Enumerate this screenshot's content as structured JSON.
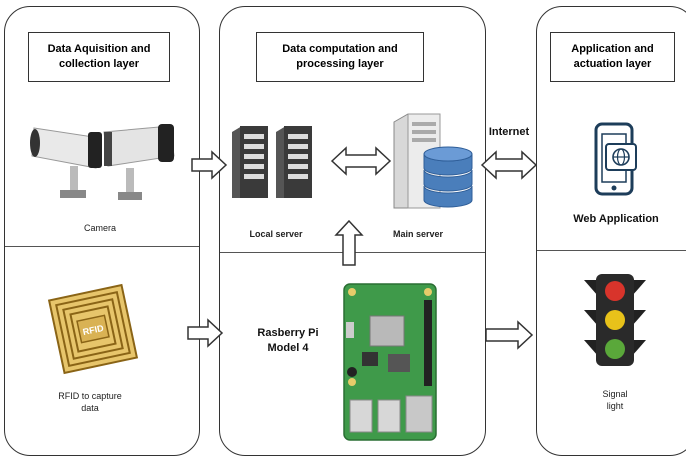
{
  "layers": {
    "acquisition": {
      "title": "Data Aquisition and\ncollection layer"
    },
    "computation": {
      "title": "Data computation and\nprocessing layer"
    },
    "application": {
      "title": "Application and\nactuation layer"
    }
  },
  "nodes": {
    "camera": "Camera",
    "rfid": "RFID to capture\ndata",
    "rfid_chip_text": "RFID",
    "local_server": "Local server",
    "main_server": "Main server",
    "raspberry_pi": "Rasberry Pi\nModel 4",
    "web_app": "Web Application",
    "signal_light": "Signal\nlight"
  },
  "edges": {
    "internet": "Internet"
  },
  "colors": {
    "line": "#333333",
    "db_blue": "#4a7ebb",
    "pcb_green": "#3f9a4a",
    "rfid_gold": "#c9962c",
    "light_red": "#d8342b",
    "light_yellow": "#e8c21a",
    "light_green": "#5aa83a"
  }
}
